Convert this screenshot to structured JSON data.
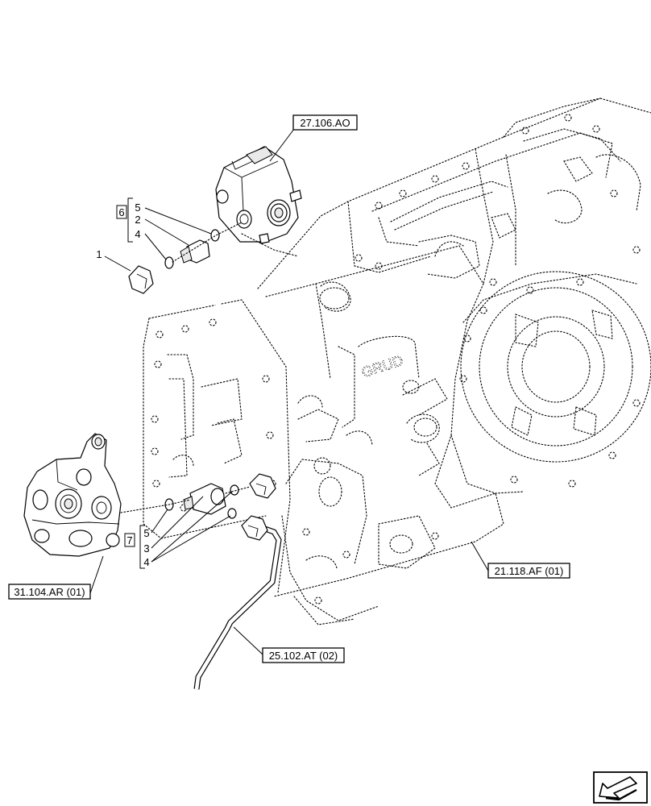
{
  "references": {
    "ref_top": "27.106.AO",
    "ref_left": "31.104.AR (01)",
    "ref_right": "21.118.AF (01)",
    "ref_bottom": "25.102.AT (02)"
  },
  "callouts": {
    "kit_top": "6",
    "kit_bottom": "7",
    "top_5": "5",
    "top_2": "2",
    "top_4": "4",
    "pipe_1": "1",
    "bot_5": "5",
    "bot_3": "3",
    "bot_4": "4"
  },
  "icons": {
    "nav": "next-page-arrow-icon"
  }
}
